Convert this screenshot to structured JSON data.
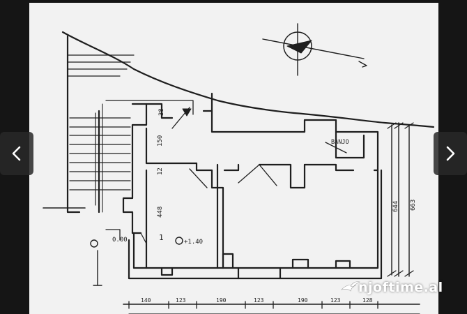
{
  "viewer": {
    "prev_label": "previous image",
    "next_label": "next image",
    "watermark": "njoftime.al",
    "prev_icon": "chevron-left-icon",
    "next_icon": "chevron-right-icon",
    "watermark_icon": "bird-logo-icon"
  },
  "plan": {
    "room_label": "BANJO",
    "dim_150": "150",
    "dim_12": "12",
    "dim_448": "448",
    "dim_38": "38",
    "dim_644": "644",
    "dim_663": "663",
    "level_1": "+1.40",
    "level_2": "0.00",
    "section_mark": "1",
    "bottom_dims": [
      "140",
      "123",
      "190",
      "123",
      "190",
      "123",
      "128"
    ]
  },
  "colors": {
    "background": "#151515",
    "paper": "#f2f2f2",
    "ink": "#1e1e1e",
    "nav": "#282828"
  }
}
